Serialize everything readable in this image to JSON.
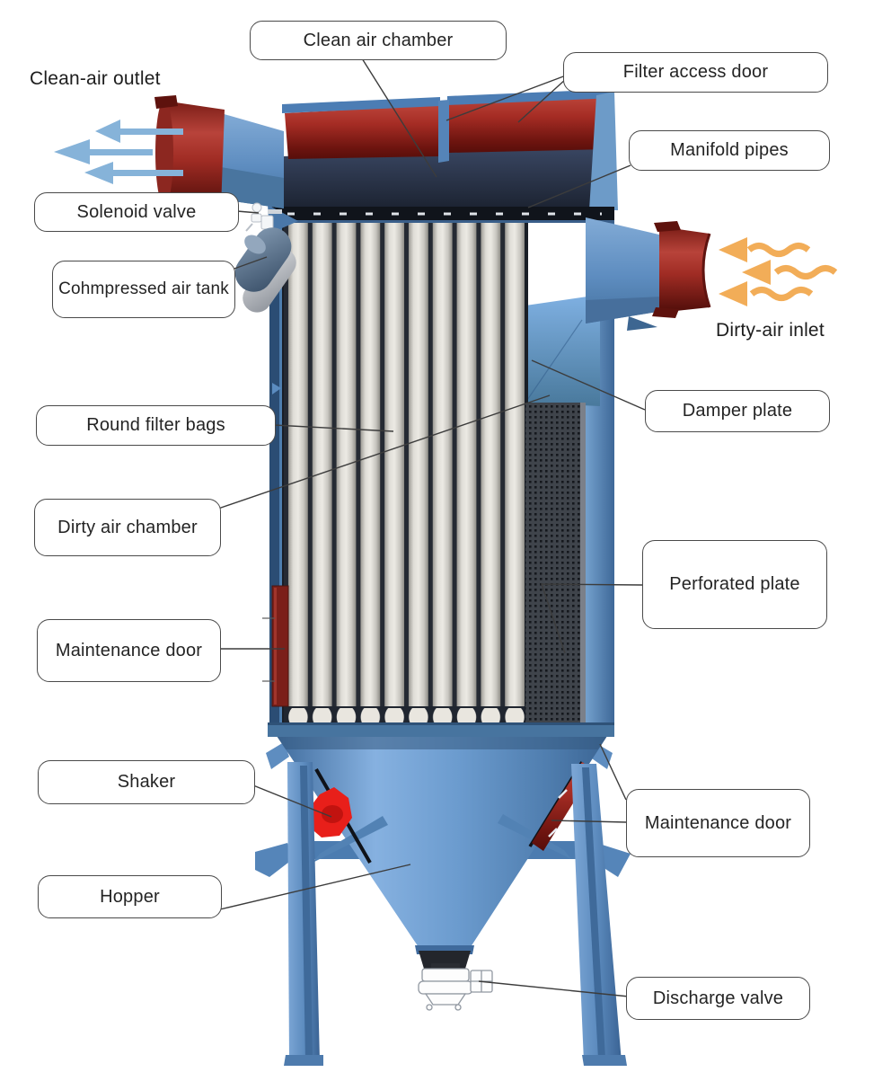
{
  "diagram": {
    "subject": "Baghouse dust collector cutaway diagram",
    "labels": {
      "clean_air_chamber": "Clean air chamber",
      "filter_access_door": "Filter access door",
      "clean_air_outlet": "Clean-air outlet",
      "manifold_pipes": "Manifold pipes",
      "solenoid_valve": "Solenoid valve",
      "compressed_air_tank": "Cohmpressed air tank",
      "dirty_air_inlet": "Dirty-air inlet",
      "round_filter_bags": "Round filter bags",
      "damper_plate": "Damper plate",
      "dirty_air_chamber": "Dirty air chamber",
      "perforated_plate": "Perforated plate",
      "maintenance_door_left": "Maintenance door",
      "shaker": "Shaker",
      "maintenance_door_right": "Maintenance door",
      "hopper": "Hopper",
      "discharge_valve": "Discharge valve"
    },
    "flow_indicators": {
      "clean_air": "blue-arrows-pointing-left",
      "dirty_air": "orange-wavy-arrows-pointing-left"
    },
    "palette": {
      "housing_blue": "#5d8fc3",
      "panel_red": "#a02c24",
      "shaker_red": "#e81c16",
      "interior_navy": "#222c3e",
      "filter_bag_grey": "#dedcd6",
      "perforated_grey": "#42464d",
      "outlet_arrow_blue": "#86b3d9",
      "inlet_arrow_orange": "#f2ad58",
      "label_border": "#4a4a4a",
      "background": "#ffffff"
    }
  }
}
